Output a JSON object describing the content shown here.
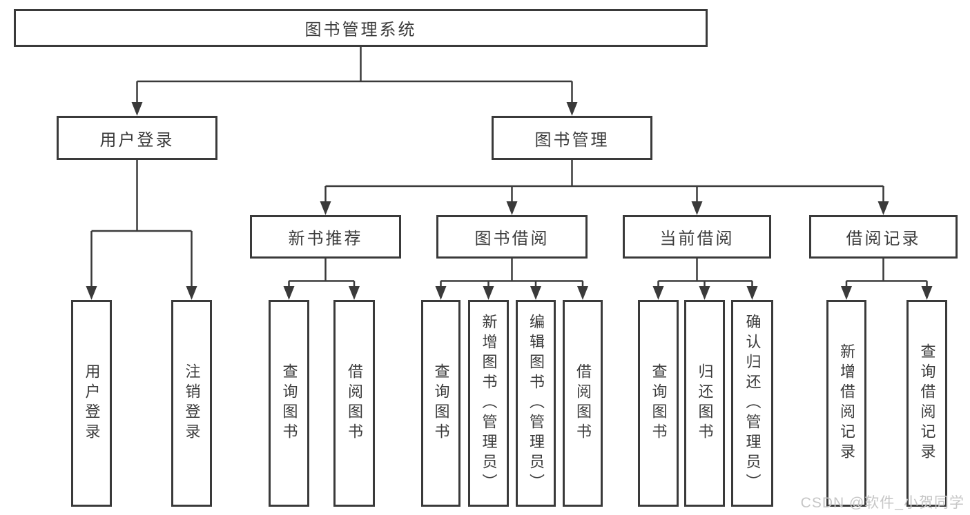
{
  "colors": {
    "line": "#3a3a3a",
    "text": "#3b3b3b",
    "watermark": "#c6c6c6",
    "bg": "#ffffff"
  },
  "tree": {
    "root": {
      "label": "图书管理系统",
      "children": [
        {
          "label": "用户登录",
          "children": [
            {
              "label": "用户登录"
            },
            {
              "label": "注销登录"
            }
          ]
        },
        {
          "label": "图书管理",
          "children": [
            {
              "label": "新书推荐",
              "children": [
                {
                  "label": "查询图书"
                },
                {
                  "label": "借阅图书"
                }
              ]
            },
            {
              "label": "图书借阅",
              "children": [
                {
                  "label": "查询图书"
                },
                {
                  "label": "新增图书（管理员）"
                },
                {
                  "label": "编辑图书（管理员）"
                },
                {
                  "label": "借阅图书"
                }
              ]
            },
            {
              "label": "当前借阅",
              "children": [
                {
                  "label": "查询图书"
                },
                {
                  "label": "归还图书"
                },
                {
                  "label": "确认归还（管理员）"
                }
              ]
            },
            {
              "label": "借阅记录",
              "children": [
                {
                  "label": "新增借阅记录"
                },
                {
                  "label": "查询借阅记录"
                }
              ]
            }
          ]
        }
      ]
    }
  },
  "watermark": {
    "text": "CSDN @软件_小贺同学"
  }
}
